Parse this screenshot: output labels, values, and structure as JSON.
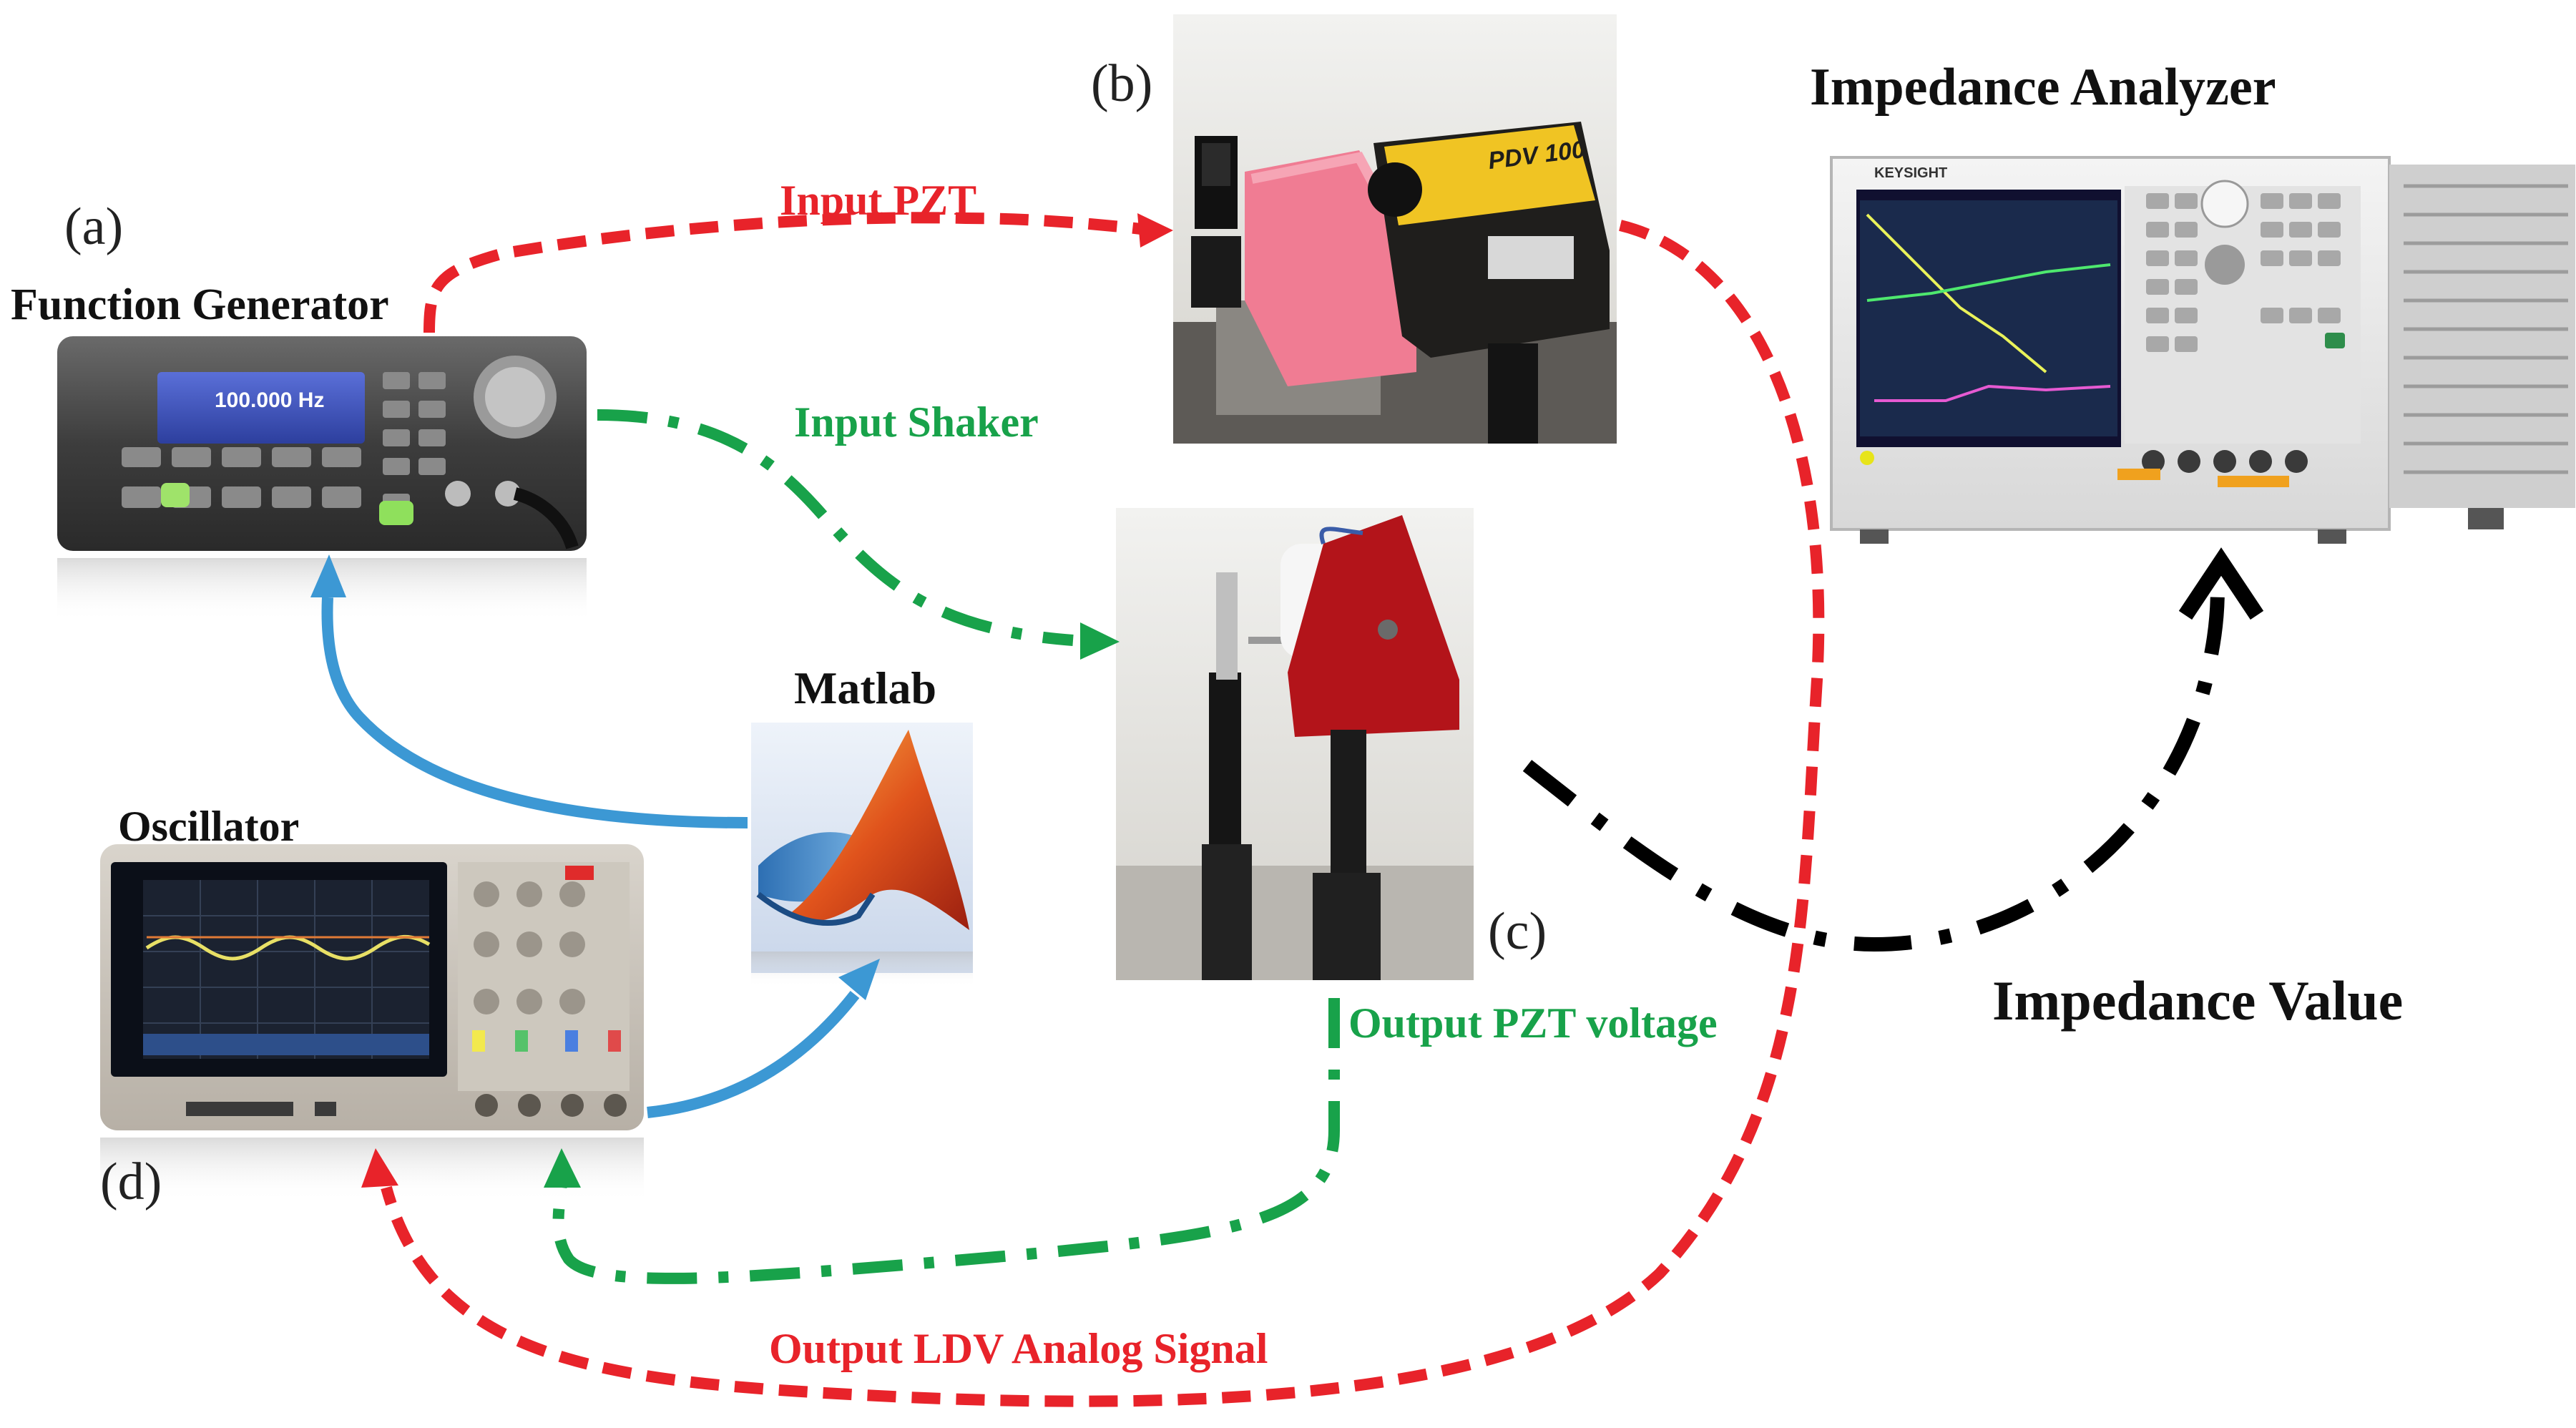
{
  "labels": {
    "a": "(a)",
    "b": "(b)",
    "c": "(c)",
    "d": "(d)",
    "function_generator": "Function Generator",
    "impedance_analyzer": "Impedance Analyzer",
    "matlab": "Matlab",
    "oscillator": "Oscillator",
    "impedance_value": "Impedance Value"
  },
  "signals": {
    "input_pzt": "Input PZT",
    "input_shaker": "Input Shaker",
    "output_pzt_voltage": "Output PZT voltage",
    "output_ldv": "Output LDV Analog Signal"
  },
  "screens": {
    "function_generator_readout": "100.000  Hz",
    "keysight_brand": "KEYSIGHT",
    "ldv_model": "PDV 100"
  },
  "colors": {
    "red_signal": "#e8232a",
    "green_signal": "#18a24a",
    "blue_signal": "#3c98d4",
    "black_signal": "#000000",
    "label_text": "#111111"
  },
  "icons": {
    "matlab": "matlab-membrane-logo"
  }
}
